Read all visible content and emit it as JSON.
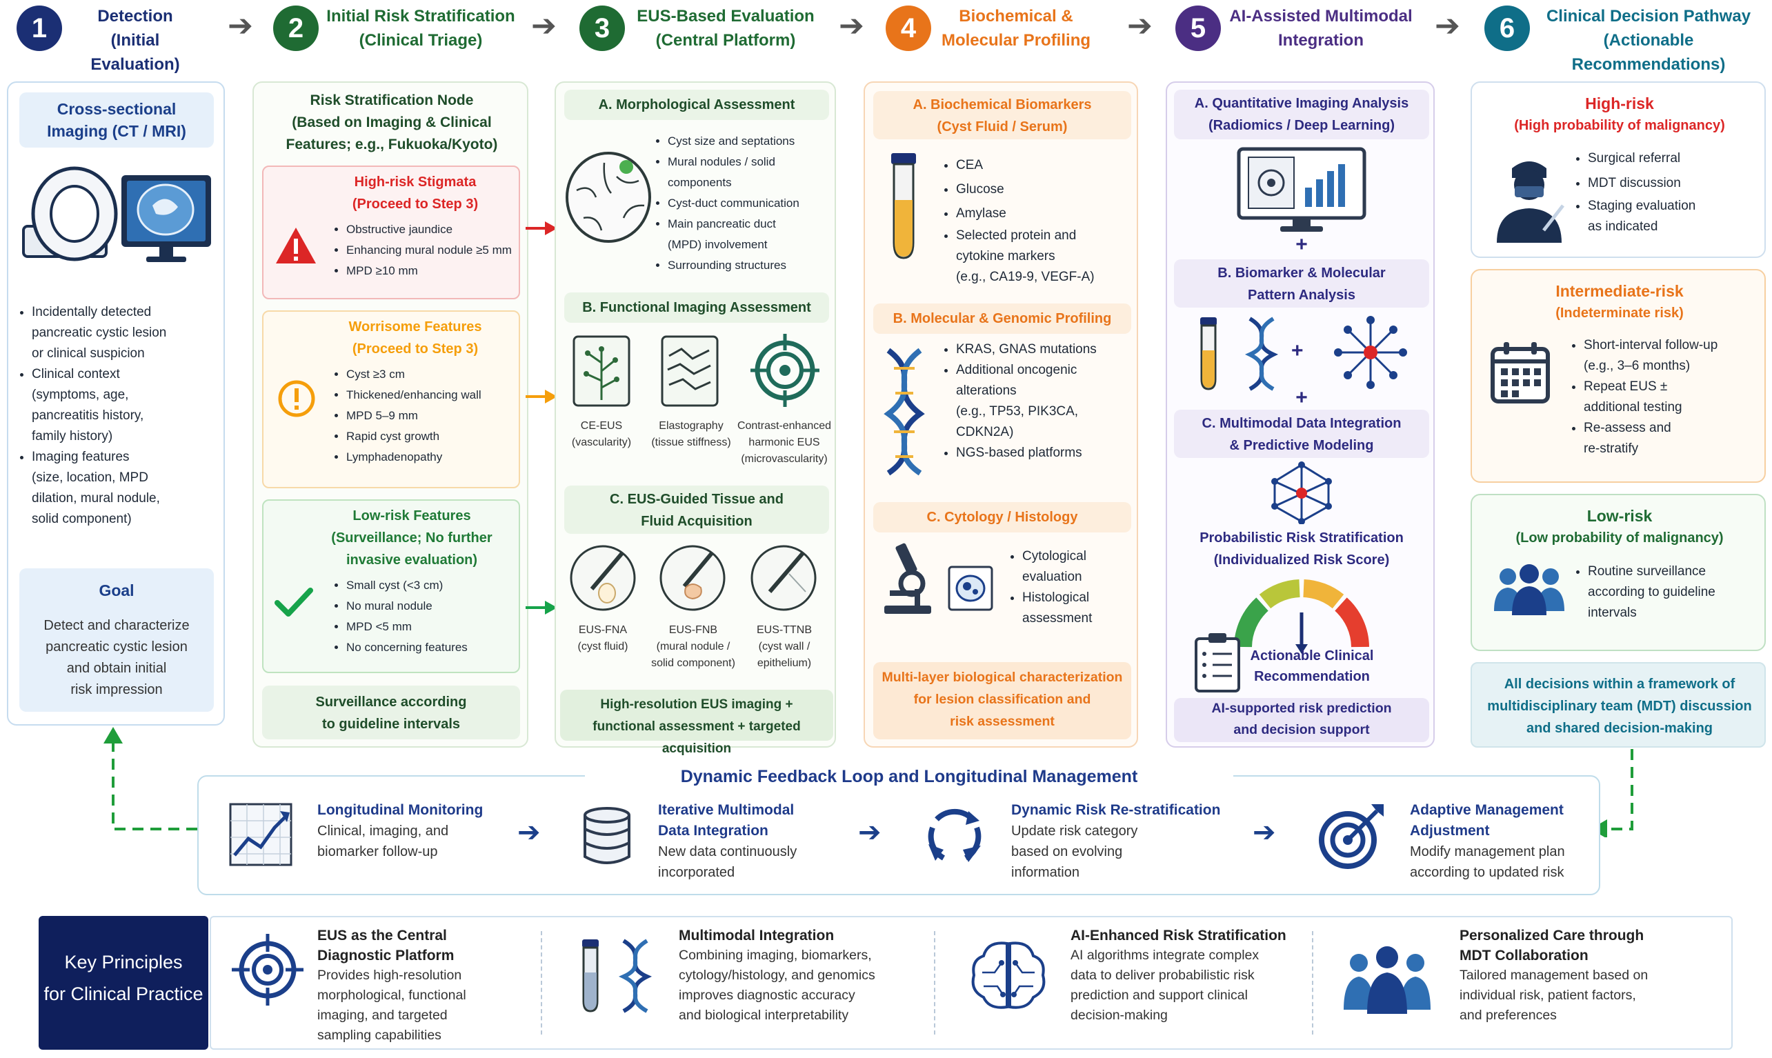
{
  "colors": {
    "step1": "#1b2f74",
    "step2": "#1f6b33",
    "step3": "#1f6b33",
    "step4": "#e8741a",
    "step5": "#4b2e83",
    "step6": "#0f6e88",
    "high_risk": "#dc2626",
    "worrisome": "#f59e0b",
    "low_risk": "#16a34a"
  },
  "steps": [
    {
      "number": "1",
      "title_line1": "Detection",
      "title_line2": "(Initial Evaluation)"
    },
    {
      "number": "2",
      "title_line1": "Initial Risk Stratification",
      "title_line2": "(Clinical Triage)"
    },
    {
      "number": "3",
      "title_line1": "EUS-Based Evaluation",
      "title_line2": "(Central Platform)"
    },
    {
      "number": "4",
      "title_line1": "Biochemical &",
      "title_line2": "Molecular Profiling"
    },
    {
      "number": "5",
      "title_line1": "AI-Assisted Multimodal",
      "title_line2": "Integration"
    },
    {
      "number": "6",
      "title_line1": "Clinical Decision Pathway",
      "title_line2": "(Actionable Recommendations)"
    }
  ],
  "col1": {
    "imaging_title_1": "Cross-sectional",
    "imaging_title_2": "Imaging (CT / MRI)",
    "bullets": [
      [
        "Incidentally detected",
        "pancreatic cystic lesion",
        "or clinical suspicion"
      ],
      [
        "Clinical context",
        "(symptoms, age,",
        "pancreatitis history,",
        "family history)"
      ],
      [
        "Imaging features",
        "(size, location, MPD",
        "dilation, mural nodule,",
        "solid component)"
      ]
    ],
    "goal_title": "Goal",
    "goal_lines": [
      "Detect and characterize",
      "pancreatic cystic lesion",
      "and obtain initial",
      "risk impression"
    ]
  },
  "col2": {
    "node_lines": [
      "Risk Stratification Node",
      "(Based on Imaging & Clinical",
      "Features; e.g., Fukuoka/Kyoto)"
    ],
    "high_title_1": "High-risk Stigmata",
    "high_title_2": "(Proceed to Step 3)",
    "high_items": [
      "Obstructive jaundice",
      "Enhancing mural nodule ≥5 mm",
      "MPD ≥10 mm"
    ],
    "worry_title_1": "Worrisome Features",
    "worry_title_2": "(Proceed to Step 3)",
    "worry_items": [
      "Cyst ≥3 cm",
      "Thickened/enhancing wall",
      "MPD 5–9 mm",
      "Rapid cyst growth",
      "Lymphadenopathy"
    ],
    "low_title_lines": [
      "Low-risk Features",
      "(Surveillance; No further",
      "invasive evaluation)"
    ],
    "low_items": [
      "Small cyst (<3 cm)",
      "No mural nodule",
      "MPD <5 mm",
      "No concerning features"
    ],
    "surveillance_lines": [
      "Surveillance according",
      "to guideline intervals"
    ]
  },
  "col3": {
    "a_title": "A. Morphological Assessment",
    "a_items": [
      [
        "Cyst size and septations"
      ],
      [
        "Mural nodules / solid",
        "components"
      ],
      [
        "Cyst-duct communication"
      ],
      [
        "Main pancreatic duct",
        "(MPD) involvement"
      ],
      [
        "Surrounding structures"
      ]
    ],
    "b_title": "B. Functional Imaging Assessment",
    "b_icons": [
      {
        "name": "CE-EUS",
        "sub": "(vascularity)"
      },
      {
        "name": "Elastography",
        "sub": "(tissue stiffness)"
      },
      {
        "name": "Contrast-enhanced",
        "sub": "harmonic EUS",
        "sub2": "(microvascularity)"
      }
    ],
    "c_title_1": "C. EUS-Guided Tissue and",
    "c_title_2": "Fluid Acquisition",
    "c_icons": [
      {
        "name": "EUS-FNA",
        "sub": "(cyst fluid)",
        "sub2": ""
      },
      {
        "name": "EUS-FNB",
        "sub": "(mural nodule /",
        "sub2": "solid component)"
      },
      {
        "name": "EUS-TTNB",
        "sub": "(cyst wall /",
        "sub2": "epithelium)"
      }
    ],
    "footer_1": "High-resolution EUS imaging +",
    "footer_2": "functional assessment + targeted acquisition"
  },
  "col4": {
    "a_title_1": "A. Biochemical Biomarkers",
    "a_title_2": "(Cyst Fluid / Serum)",
    "a_items": [
      [
        "CEA"
      ],
      [
        "Glucose"
      ],
      [
        "Amylase"
      ],
      [
        "Selected protein and",
        "cytokine markers",
        "(e.g., CA19-9, VEGF-A)"
      ]
    ],
    "b_title": "B. Molecular & Genomic Profiling",
    "b_items": [
      [
        "KRAS, GNAS mutations"
      ],
      [
        "Additional oncogenic",
        "alterations",
        "(e.g., TP53, PIK3CA,",
        "CDKN2A)"
      ],
      [
        "NGS-based platforms"
      ]
    ],
    "c_title": "C. Cytology / Histology",
    "c_items": [
      [
        "Cytological",
        "evaluation"
      ],
      [
        "Histological",
        "assessment"
      ]
    ],
    "footer_lines": [
      "Multi-layer biological characterization",
      "for lesion classification and",
      "risk assessment"
    ]
  },
  "col5": {
    "a_title_1": "A. Quantitative Imaging Analysis",
    "a_title_2": "(Radiomics / Deep Learning)",
    "plus": "+",
    "b_title_1": "B. Biomarker & Molecular",
    "b_title_2": "Pattern Analysis",
    "c_title_1": "C. Multimodal Data Integration",
    "c_title_2": "& Predictive Modeling",
    "prob_1": "Probabilistic Risk Stratification",
    "prob_2": "(Individualized Risk Score)",
    "action_1": "Actionable Clinical",
    "action_2": "Recommendation",
    "footer_1": "AI-supported risk prediction",
    "footer_2": "and decision support"
  },
  "col6": {
    "high_title_1": "High-risk",
    "high_title_2": "(High probability of malignancy)",
    "high_items": [
      [
        "Surgical referral"
      ],
      [
        "MDT discussion"
      ],
      [
        "Staging evaluation",
        "as indicated"
      ]
    ],
    "int_title_1": "Intermediate-risk",
    "int_title_2": "(Indeterminate risk)",
    "int_items": [
      [
        "Short-interval follow-up",
        "(e.g., 3–6 months)"
      ],
      [
        "Repeat EUS ±",
        "additional testing"
      ],
      [
        "Re-assess and",
        "re-stratify"
      ]
    ],
    "low_title_1": "Low-risk",
    "low_title_2": "(Low probability of malignancy)",
    "low_items": [
      [
        "Routine surveillance",
        "according to guideline",
        "intervals"
      ]
    ],
    "mdt_lines": [
      "All decisions within a framework of",
      "multidisciplinary team (MDT) discussion",
      "and shared decision-making"
    ]
  },
  "feedback": {
    "title": "Dynamic Feedback Loop and Longitudinal Management",
    "items": [
      {
        "head": [
          "Longitudinal Monitoring"
        ],
        "text": [
          "Clinical, imaging, and",
          "biomarker follow-up"
        ]
      },
      {
        "head": [
          "Iterative Multimodal",
          "Data Integration"
        ],
        "text": [
          "New data continuously",
          "incorporated"
        ]
      },
      {
        "head": [
          "Dynamic Risk Re-stratification"
        ],
        "text": [
          "Update risk category",
          "based on evolving",
          "information"
        ]
      },
      {
        "head": [
          "Adaptive Management",
          "Adjustment"
        ],
        "text": [
          "Modify management plan",
          "according to updated risk"
        ]
      }
    ]
  },
  "principles": {
    "label_1": "Key Principles",
    "label_2": "for Clinical Practice",
    "items": [
      {
        "head": [
          "EUS as the Central",
          "Diagnostic Platform"
        ],
        "text": [
          "Provides high-resolution",
          "morphological, functional",
          "imaging, and targeted",
          "sampling capabilities"
        ]
      },
      {
        "head": [
          "Multimodal Integration"
        ],
        "text": [
          "Combining imaging, biomarkers,",
          "cytology/histology, and genomics",
          "improves diagnostic accuracy",
          "and biological interpretability"
        ]
      },
      {
        "head": [
          "AI-Enhanced Risk Stratification"
        ],
        "text": [
          "AI algorithms integrate complex",
          "data to deliver probabilistic risk",
          "prediction and support clinical",
          "decision-making"
        ]
      },
      {
        "head": [
          "Personalized Care through",
          "MDT Collaboration"
        ],
        "text": [
          "Tailored management based on",
          "individual risk, patient factors,",
          "and preferences"
        ]
      }
    ]
  }
}
